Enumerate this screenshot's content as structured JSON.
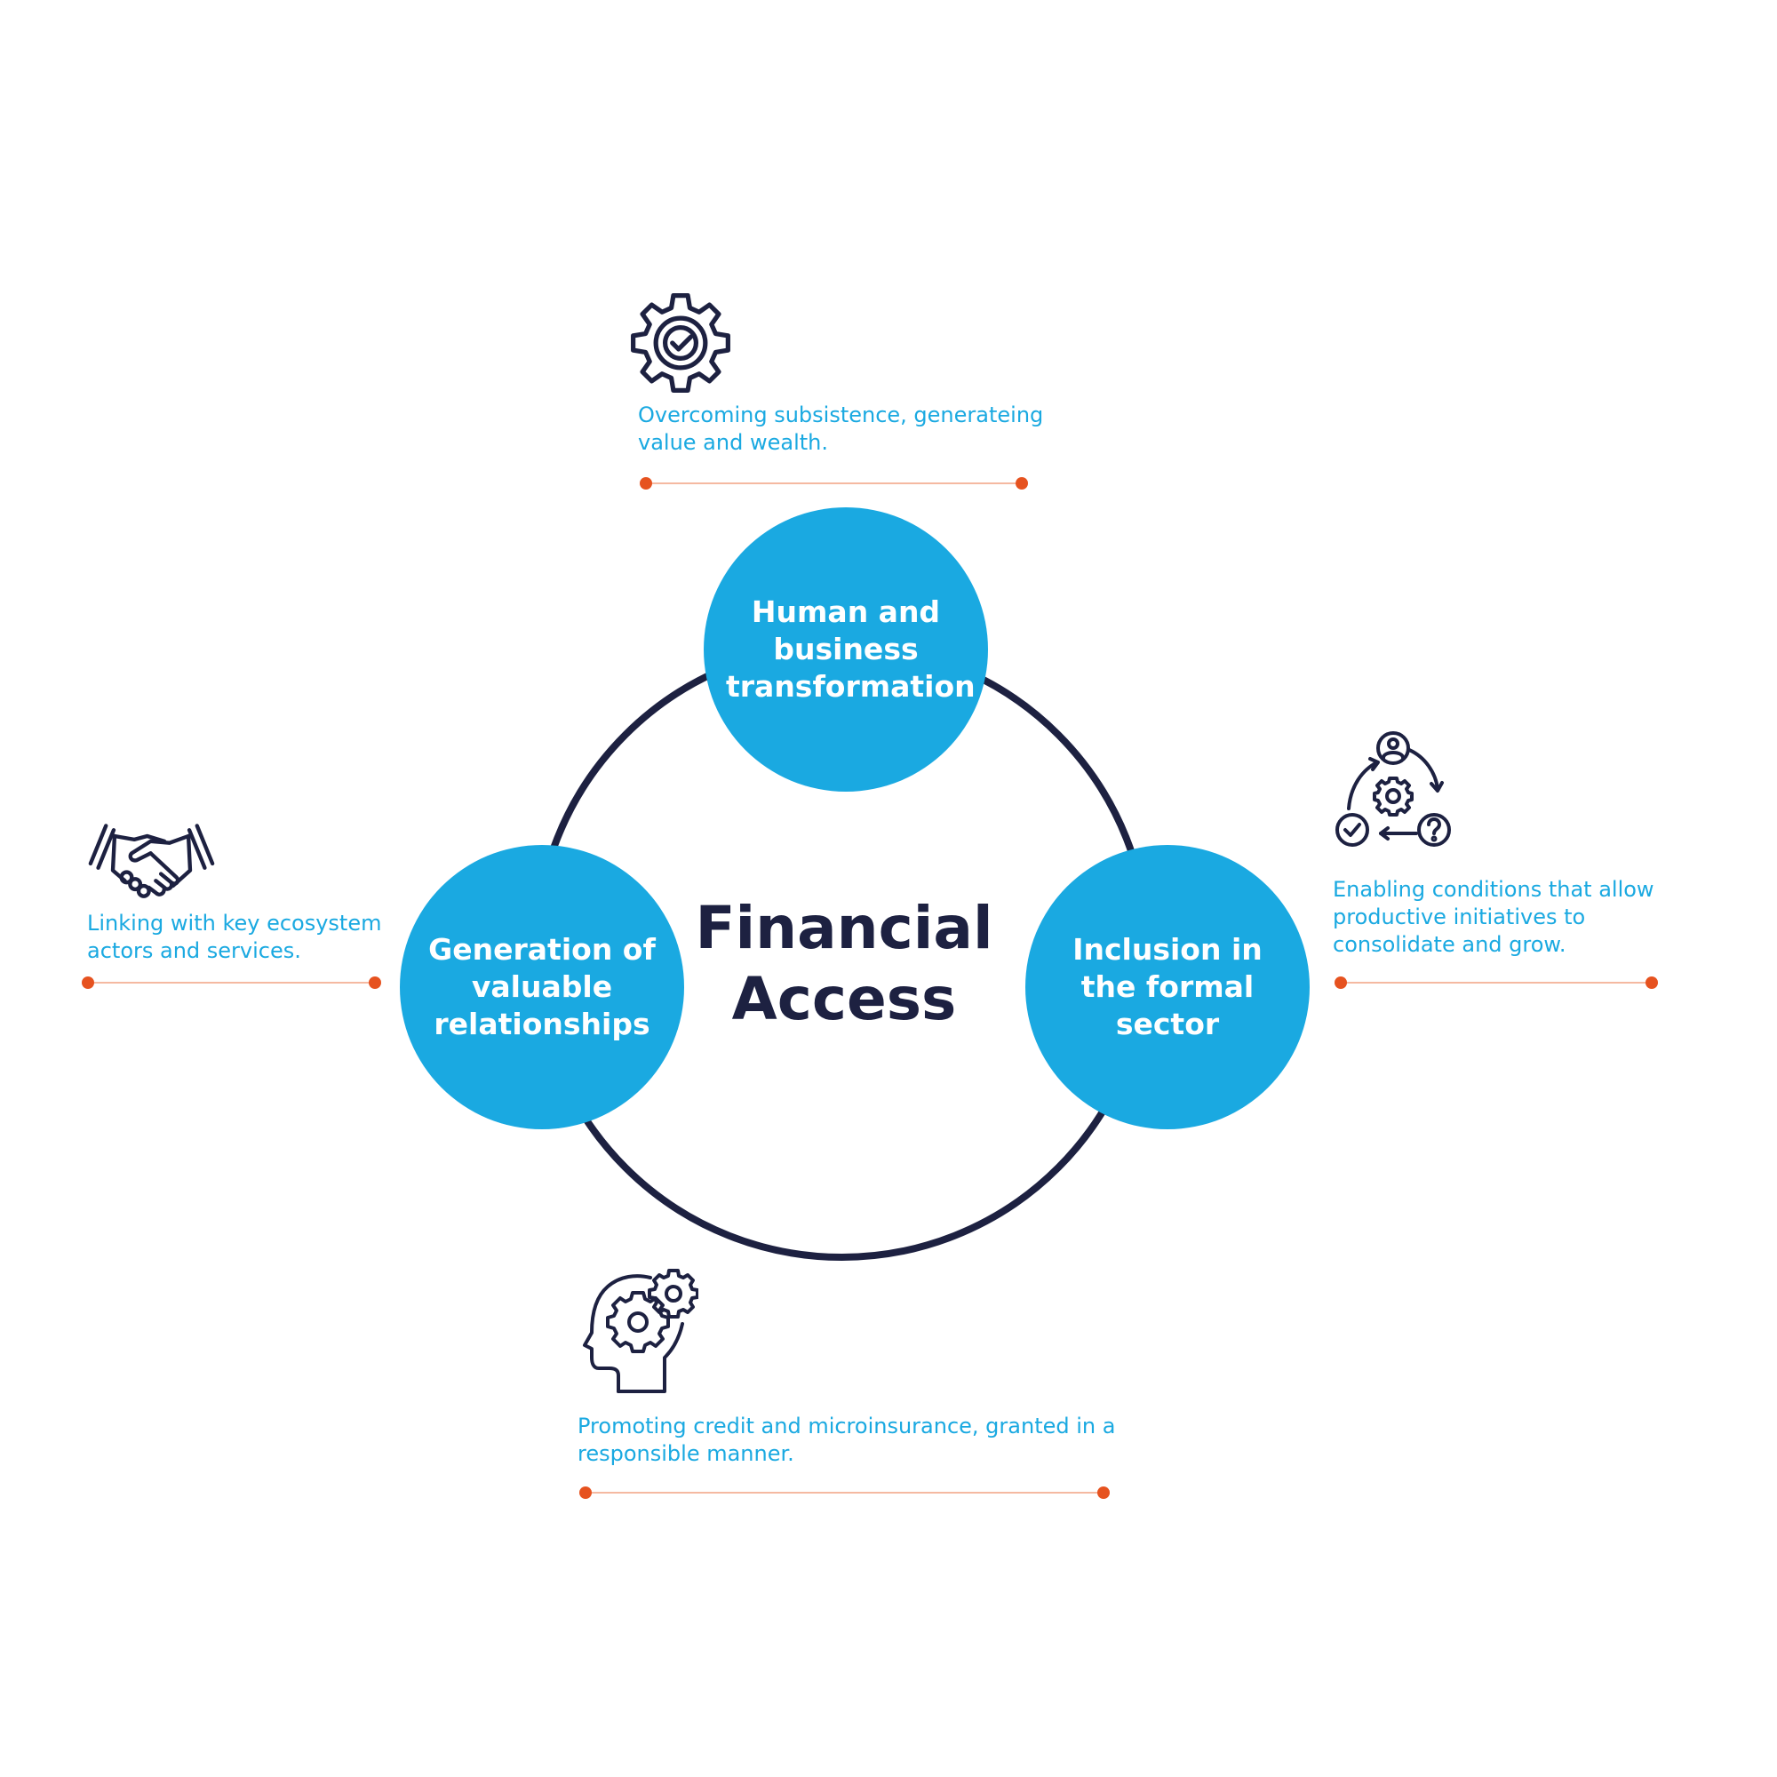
{
  "center": {
    "title_line1": "Financial",
    "title_line2": "Access"
  },
  "nodes": {
    "top": "Human and business transformation",
    "left": "Generation of valuable relationships",
    "right": "Inclusion in the formal sector"
  },
  "annotations": {
    "top": {
      "icon": "gear-check-icon",
      "text": "Overcoming subsistence, generateing value and wealth."
    },
    "left": {
      "icon": "handshake-icon",
      "text": "Linking with key ecosystem actors and services."
    },
    "right": {
      "icon": "cycle-process-icon",
      "text": "Enabling conditions that allow productive initiatives to consolidate and grow."
    },
    "bottom": {
      "icon": "head-gears-icon",
      "text": "Promoting credit and microinsurance, granted in a responsible manner."
    }
  },
  "colors": {
    "node_fill": "#1aa9e1",
    "ring_stroke": "#1d2141",
    "title_text": "#1d2141",
    "description_text": "#1aa9e1",
    "connector_dot": "#e6521f",
    "connector_line": "#f5b9a1",
    "icon_stroke": "#1d2141"
  }
}
